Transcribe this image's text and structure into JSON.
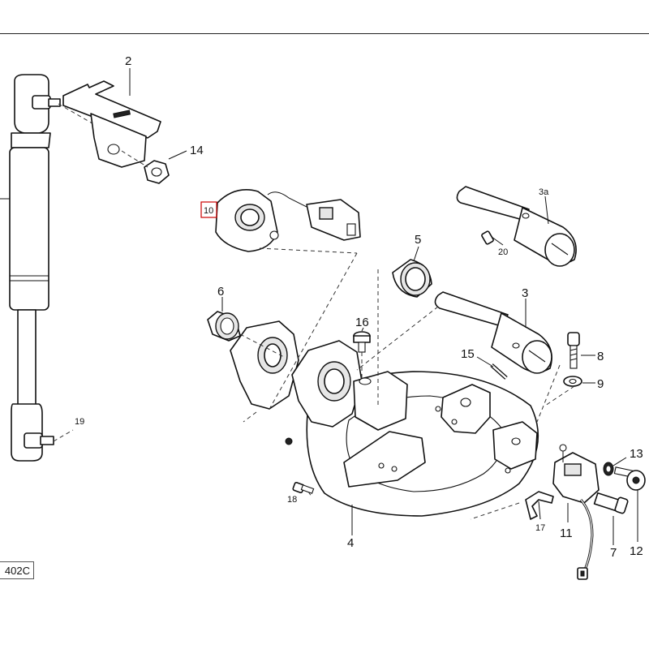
{
  "diagram": {
    "reference_code": "402C",
    "highlighted_callout": "10",
    "highlight_color": "#cc0000",
    "callouts": {
      "c2": "2",
      "c14": "14",
      "c10": "10",
      "c3a": "3a",
      "c20": "20",
      "c5": "5",
      "c6": "6",
      "c16": "16",
      "c3": "3",
      "c8": "8",
      "c15": "15",
      "c9": "9",
      "c19": "19",
      "c13": "13",
      "c18": "18",
      "c17": "17",
      "c11": "11",
      "c7": "7",
      "c12": "12",
      "c4": "4"
    }
  }
}
